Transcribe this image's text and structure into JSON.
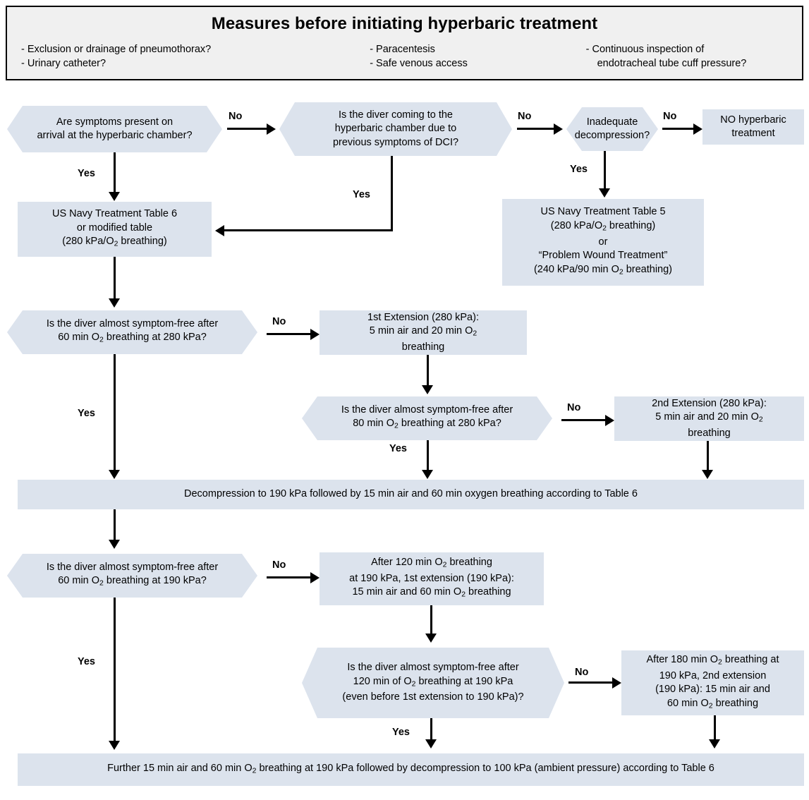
{
  "header": {
    "title": "Measures before initiating hyperbaric treatment",
    "columns": [
      [
        "- Exclusion or drainage of pneumothorax?",
        "- Urinary catheter?"
      ],
      [
        "- Paracentesis",
        "- Safe venous access"
      ],
      [
        "- Continuous inspection of",
        "endotracheal tube cuff pressure?"
      ]
    ]
  },
  "colors": {
    "node_fill": "#dce3ed",
    "header_fill": "#f0f0f0",
    "stroke": "#000000"
  },
  "nodes": {
    "q_symptoms_arrival": "Are symptoms present on arrival at the hyperbaric chamber?",
    "q_diver_coming_dci": "Is the diver coming to the hyperbaric chamber due to previous symptoms of DCI?",
    "q_inadequate_decompression": "Inadequate decompression?",
    "no_hyperbaric_treatment": "NO hyperbaric treatment",
    "table6": "US Navy Treatment Table 6 or modified table (280 kPa/O2 breathing)",
    "table6_lines": [
      "US Navy Treatment Table 6",
      "or modified table",
      "(280 kPa/O",
      "2",
      " breathing)"
    ],
    "table5": "US Navy Treatment Table 5 (280 kPa/O2 breathing) or “Problem Wound Treatment” (240 kPa/90 min O2 breathing)",
    "q_60min_280": "Is the diver almost symptom-free after 60 min O2 breathing at 280 kPa?",
    "ext1_280": "1st Extension (280 kPa): 5 min air and 20 min O2 breathing",
    "q_80min_280": "Is the diver almost symptom-free after 80 min O2 breathing at 280 kPa?",
    "ext2_280": "2nd Extension (280 kPa): 5 min air and 20 min O2 breathing",
    "decompression_190": "Decompression to 190 kPa followed by 15 min air and 60 min oxygen breathing according to Table 6",
    "q_60min_190": "Is the diver almost symptom-free after 60 min O2 breathing at 190 kPa?",
    "ext1_190": "After 120 min O2 breathing at 190 kPa, 1st extension (190 kPa): 15 min air and 60 min O2 breathing",
    "q_120min_190": "Is the diver almost symptom-free after 120 min of O2 breathing at 190 kPa (even before 1st extension to 190 kPa)?",
    "ext2_190": "After 180 min O2 breathing at 190 kPa, 2nd extension (190 kPa): 15 min air and 60 min O2 breathing",
    "final_bar": "Further 15 min air and 60 min O2 breathing at 190 kPa followed by decompression to 100 kPa (ambient pressure) according to Table 6"
  },
  "edge_labels": {
    "no_1": "No",
    "no_2": "No",
    "no_3": "No",
    "no_4": "No",
    "no_5": "No",
    "no_6": "No",
    "yes_1": "Yes",
    "yes_2": "Yes",
    "yes_3": "Yes",
    "yes_4": "Yes",
    "yes_5": "Yes",
    "yes_6": "Yes",
    "yes_7": "Yes"
  }
}
